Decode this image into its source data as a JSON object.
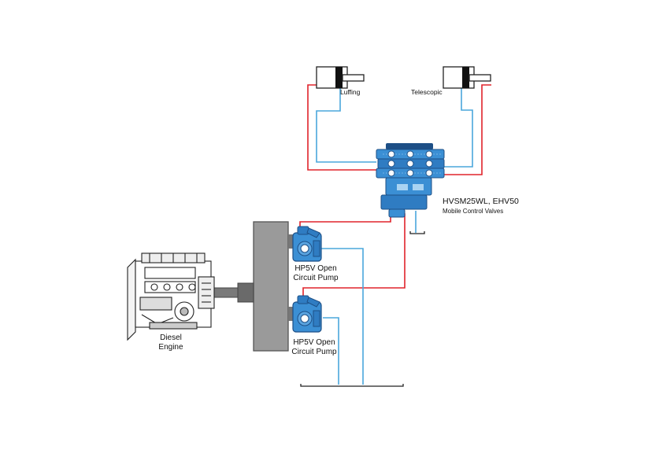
{
  "labels": {
    "luffing": "Luffing",
    "telescopic": "Telescopic",
    "valve_line1": "HVSM25WL, EHV50",
    "valve_line2": "Mobile Control Valves",
    "pump1_line1": "HP5V Open",
    "pump1_line2": "Circuit Pump",
    "pump2_line1": "HP5V Open",
    "pump2_line2": "Circuit Pump",
    "engine_line1": "Diesel",
    "engine_line2": "Engine"
  },
  "colors": {
    "pressure_line": "#e0232b",
    "return_line": "#4aa7dc",
    "component_blue": "#3b8fd4",
    "component_dark": "#1d4f86",
    "gearbox_gray": "#9a9a9a",
    "outline": "#222222"
  },
  "icons": [
    "luffing-cylinder-icon",
    "telescopic-cylinder-icon",
    "control-valve-block-icon",
    "pump-icon",
    "diesel-engine-icon",
    "tank-symbol-icon"
  ]
}
